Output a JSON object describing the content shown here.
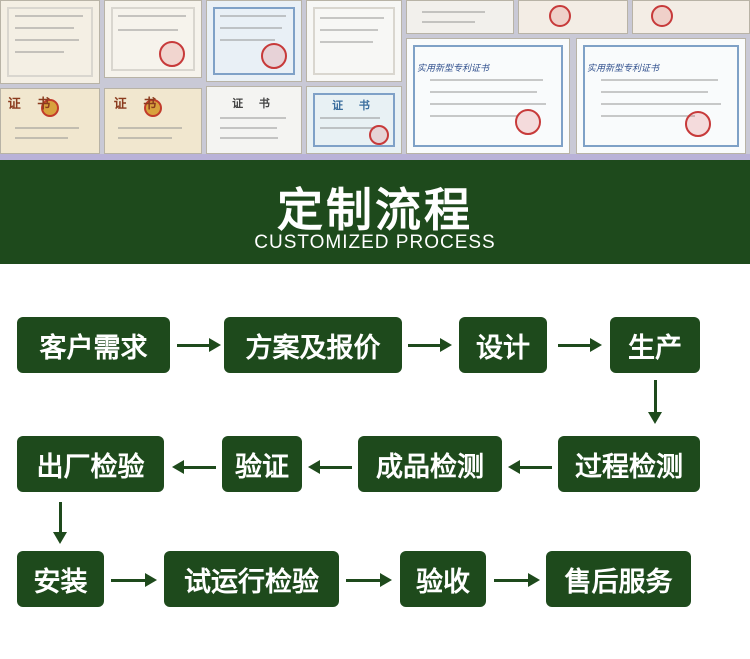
{
  "certificates": {
    "items": [
      {
        "style": "plain"
      },
      {
        "style": "plain"
      },
      {
        "style": "blue"
      },
      {
        "style": "plain"
      },
      {
        "style": "plain"
      },
      {
        "style": "plain"
      },
      {
        "style": "plain"
      },
      {
        "style": "gold",
        "title": "证 书"
      },
      {
        "style": "gold",
        "title": "证 书"
      },
      {
        "style": "plain",
        "title": "证 书"
      },
      {
        "style": "blue",
        "title": "证 书"
      },
      {
        "style": "blue",
        "heading": "实用新型专利证书"
      },
      {
        "style": "blue",
        "heading": "实用新型专利证书"
      }
    ]
  },
  "header": {
    "title_cn": "定制流程",
    "title_en": "CUSTOMIZED PROCESS"
  },
  "process": {
    "steps": [
      "客户需求",
      "方案及报价",
      "设计",
      "生产",
      "过程检测",
      "成品检测",
      "验证",
      "出厂检验",
      "安装",
      "试运行检验",
      "验收",
      "售后服务"
    ]
  },
  "colors": {
    "brand_green": "#1e4a1c",
    "text_on_green": "#ffffff",
    "background": "#ffffff"
  }
}
